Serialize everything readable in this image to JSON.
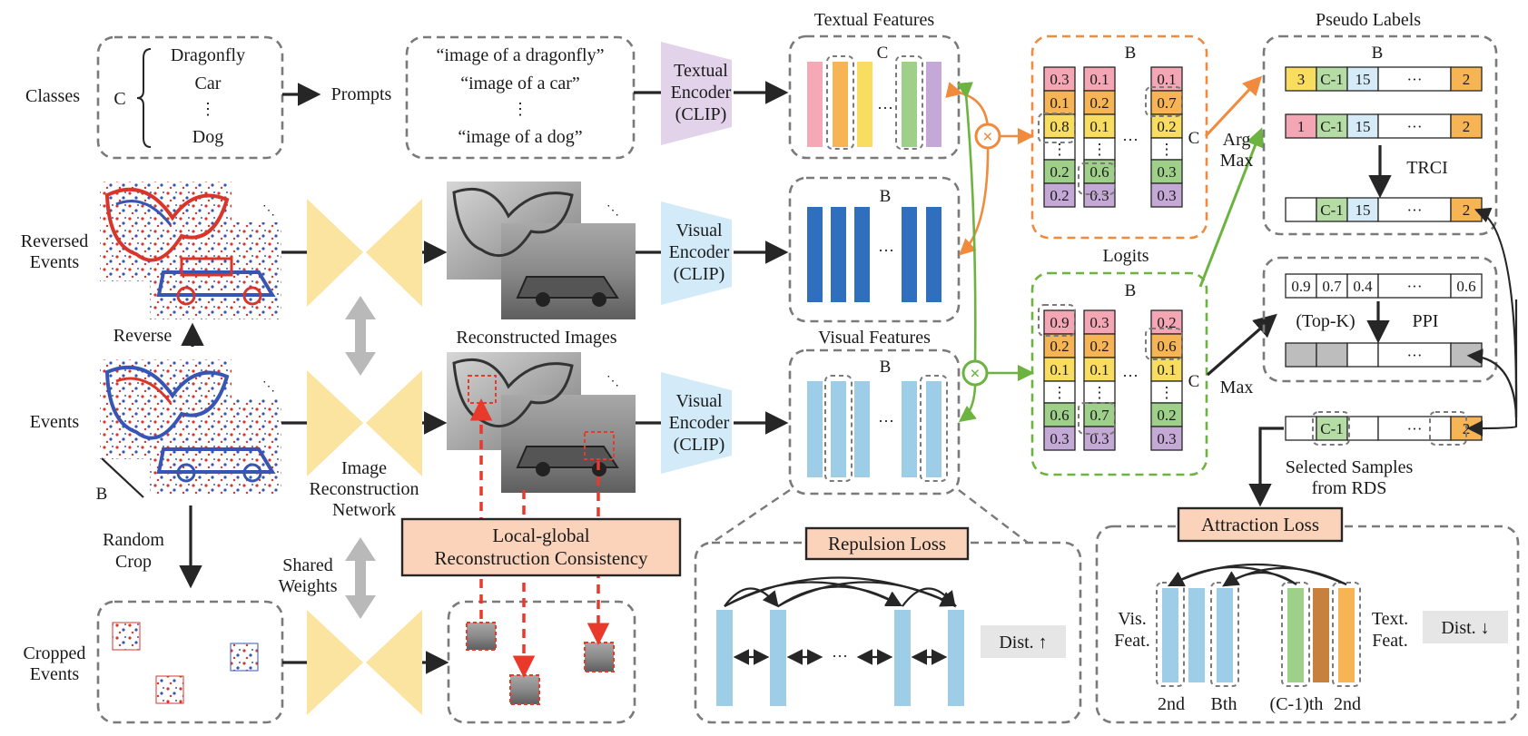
{
  "labels": {
    "classes": "Classes",
    "c_left": "C",
    "class_dragonfly": "Dragonfly",
    "class_car": "Car",
    "class_dots": "⋮",
    "class_dog": "Dog",
    "prompts": "Prompts",
    "prompt_1": "“image of a dragonfly”",
    "prompt_2": "“image of a car”",
    "prompt_dots": "⋮",
    "prompt_3": "“image of a dog”",
    "textual_encoder": [
      "Textual",
      "Encoder",
      "(CLIP)"
    ],
    "visual_encoder": [
      "Visual",
      "Encoder",
      "(CLIP)"
    ],
    "textual_features": "Textual Features",
    "visual_features": "Visual Features",
    "pseudo_labels": "Pseudo Labels",
    "logits": "Logits",
    "reversed_events": [
      "Reversed",
      "Events"
    ],
    "reverse": "Reverse",
    "events": "Events",
    "b_label": "B",
    "c_label": "C",
    "reconstructed_images": "Reconstructed Images",
    "image_recon_network": [
      "Image",
      "Reconstruction",
      "Network"
    ],
    "random_crop": [
      "Random",
      "Crop"
    ],
    "shared_weights": [
      "Shared",
      "Weights"
    ],
    "cropped_events": [
      "Cropped",
      "Events"
    ],
    "lgrc": [
      "Local-global",
      "Reconstruction Consistency"
    ],
    "repulsion_loss": "Repulsion Loss",
    "dist_up": "Dist. ↑",
    "attraction_loss": "Attraction Loss",
    "dist_down": "Dist. ↓",
    "vis_feat": [
      "Vis.",
      "Feat."
    ],
    "text_feat": [
      "Text.",
      "Feat."
    ],
    "attr_bottom": [
      "2nd",
      "Bth",
      "(C-1)th",
      "2nd"
    ],
    "arg_max": [
      "Arg",
      "Max"
    ],
    "max": "Max",
    "trci": "TRCI",
    "top_k": "(Top-K)",
    "ppi": "PPI",
    "selected_samples": [
      "Selected Samples",
      "from RDS"
    ],
    "hdots": "···"
  },
  "pseudo_rows": [
    [
      "3",
      "C-1",
      "15",
      "···",
      "2"
    ],
    [
      "1",
      "C-1",
      "15",
      "···",
      "2"
    ],
    [
      "",
      "C-1",
      "15",
      "···",
      "2"
    ]
  ],
  "ppi_scores": [
    "0.9",
    "0.7",
    "0.4",
    "···",
    "0.6"
  ],
  "ppi_placeholder": "···",
  "selected_row": [
    "",
    "C-1",
    "",
    "···",
    "2"
  ],
  "top_matrix": {
    "col1": [
      "0.3",
      "0.1",
      "0.8",
      "⋮",
      "0.2",
      "0.2"
    ],
    "col2": [
      "0.1",
      "0.2",
      "0.1",
      "⋮",
      "0.6",
      "0.3"
    ],
    "col3": [
      "0.1",
      "0.7",
      "0.2",
      "⋮",
      "0.3",
      "0.3"
    ]
  },
  "bottom_matrix": {
    "col1": [
      "0.9",
      "0.2",
      "0.1",
      "⋮",
      "0.6",
      "0.3"
    ],
    "col2": [
      "0.3",
      "0.2",
      "0.1",
      "⋮",
      "0.7",
      "0.3"
    ],
    "col3": [
      "0.2",
      "0.6",
      "0.1",
      "⋮",
      "0.2",
      "0.3"
    ]
  },
  "colors": {
    "row_colors": [
      "#f4a6b4",
      "#f7b455",
      "#f8dd60",
      "#ffffff",
      "#9ed08a",
      "#c4a8d6"
    ],
    "textual_bars": [
      "#f5a8b5",
      "#f7b455",
      "#f8dd60",
      "#9ed08a",
      "#c4a8d6"
    ],
    "visual_dark": "#2f6fbd",
    "visual_light": "#9ecde8",
    "orange": "#f08a3c",
    "green": "#6cb33f",
    "red_dash": "#e8392b",
    "salmon": "#fbd3bb",
    "yellow": "#fbe3a0",
    "text_encoder": "#e2d2ea",
    "visual_encoder": "#d3ebf8",
    "grey_arrow": "#b9b9b9"
  }
}
